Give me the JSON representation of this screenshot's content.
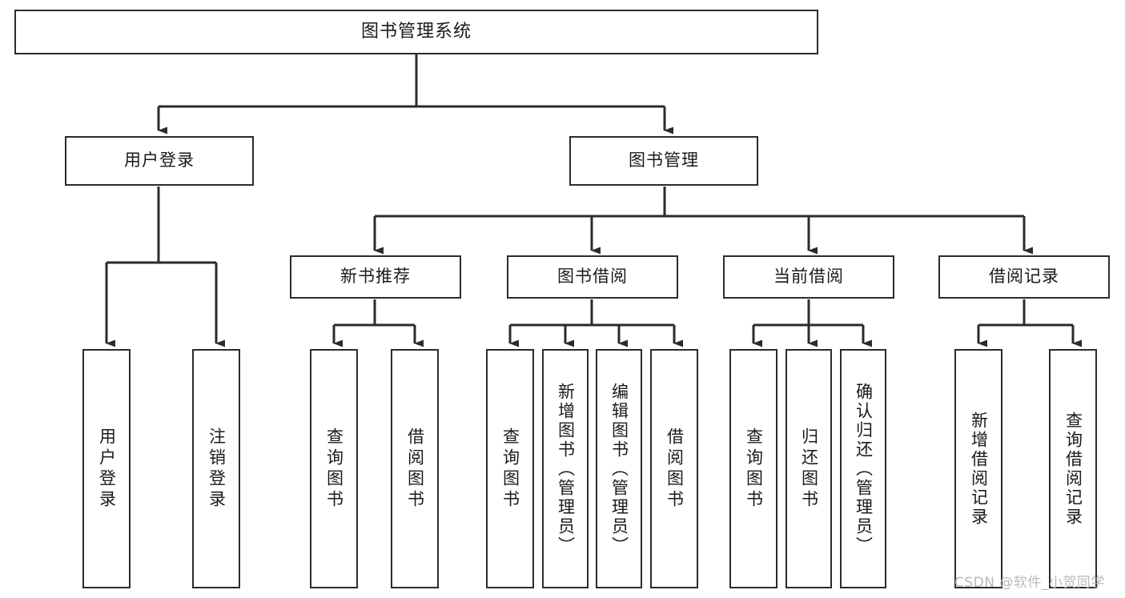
{
  "diagram": {
    "type": "tree-hierarchy-chart",
    "title": "图书管理系统",
    "orientation": "top-down",
    "stroke_color": "#2b2b2b",
    "fill_color": "#ffffff",
    "text_color": "#1a1a1a",
    "levels": 4
  },
  "nodes": {
    "root": {
      "label": "图书管理系统",
      "level": 1
    },
    "level2": [
      {
        "id": "user-login",
        "label": "用户登录"
      },
      {
        "id": "book-management",
        "label": "图书管理"
      }
    ],
    "level3": [
      {
        "id": "new-book-recommend",
        "label": "新书推荐",
        "parent": "book-management"
      },
      {
        "id": "book-borrow",
        "label": "图书借阅",
        "parent": "book-management"
      },
      {
        "id": "current-borrow",
        "label": "当前借阅",
        "parent": "book-management"
      },
      {
        "id": "borrow-record",
        "label": "借阅记录",
        "parent": "book-management"
      }
    ],
    "leaves": [
      {
        "id": "leaf-user-login",
        "label": "用户登录",
        "parent": "user-login"
      },
      {
        "id": "leaf-logout-login",
        "label": "注销登录",
        "parent": "user-login"
      },
      {
        "id": "leaf-query-book-1",
        "label": "查询图书",
        "parent": "new-book-recommend"
      },
      {
        "id": "leaf-borrow-book-1",
        "label": "借阅图书",
        "parent": "new-book-recommend"
      },
      {
        "id": "leaf-query-book-2",
        "label": "查询图书",
        "parent": "book-borrow"
      },
      {
        "id": "leaf-add-book",
        "label": "新增图书（管理员）",
        "parent": "book-borrow"
      },
      {
        "id": "leaf-edit-book",
        "label": "编辑图书（管理员）",
        "parent": "book-borrow"
      },
      {
        "id": "leaf-borrow-book-2",
        "label": "借阅图书",
        "parent": "book-borrow"
      },
      {
        "id": "leaf-query-book-3",
        "label": "查询图书",
        "parent": "current-borrow"
      },
      {
        "id": "leaf-return-book",
        "label": "归还图书",
        "parent": "current-borrow"
      },
      {
        "id": "leaf-confirm-return",
        "label": "确认归还（管理员）",
        "parent": "current-borrow"
      },
      {
        "id": "leaf-add-record",
        "label": "新增借阅记录",
        "parent": "borrow-record"
      },
      {
        "id": "leaf-query-record",
        "label": "查询借阅记录",
        "parent": "borrow-record"
      }
    ]
  },
  "watermark": {
    "text": "CSDN @软件_小贺同学"
  }
}
